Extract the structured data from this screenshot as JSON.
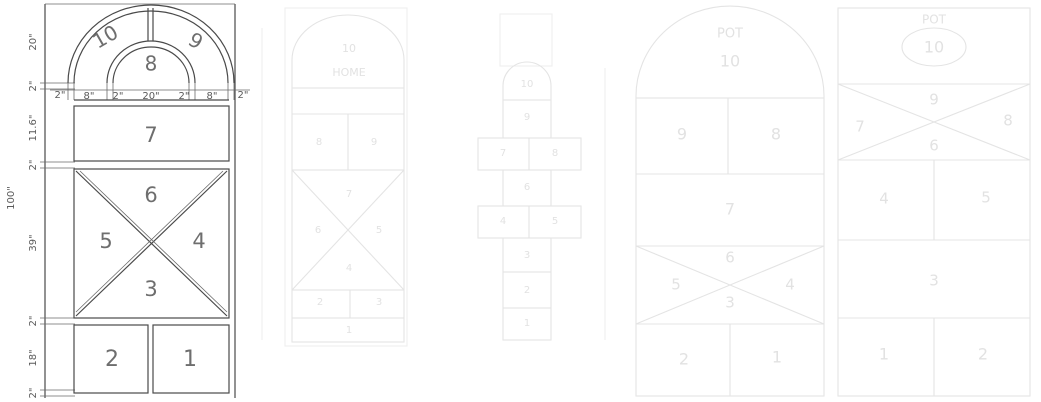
{
  "diagram1": {
    "numbers": {
      "n10": "10",
      "n9": "9",
      "n8": "8",
      "n7": "7",
      "n6": "6",
      "n5": "5",
      "n4": "4",
      "n3": "3",
      "n2": "2",
      "n1": "1"
    },
    "dims": {
      "total": "100\"",
      "arch": "20\"",
      "gap_a": "2\"",
      "row7": "11.6\"",
      "gap_b": "2\"",
      "x_section": "39\"",
      "gap_c": "2\"",
      "row12": "18\"",
      "bottom": "2\"",
      "w1": "2\"",
      "w2": "8\"",
      "w3": "2\"",
      "w4": "20\"",
      "w5": "2\"",
      "w6": "8\"",
      "w7": "2\""
    }
  },
  "diagram2": {
    "labels": {
      "top_num": "10",
      "home": "HOME",
      "n8": "8",
      "n9": "9",
      "n7": "7",
      "n6": "6",
      "n5": "5",
      "n4": "4",
      "n2": "2",
      "n3": "3",
      "n1": "1"
    }
  },
  "diagram3": {
    "labels": {
      "n10": "10",
      "n9": "9",
      "n7": "7",
      "n8": "8",
      "n6": "6",
      "n4": "4",
      "n5": "5",
      "n3": "3",
      "n2": "2",
      "n1": "1"
    }
  },
  "diagram4": {
    "labels": {
      "pot": "POT",
      "pot_num": "10",
      "n9": "9",
      "n8": "8",
      "n7": "7",
      "n6": "6",
      "n5": "5",
      "n4": "4",
      "n3": "3",
      "n2": "2",
      "n1": "1"
    }
  },
  "diagram5": {
    "labels": {
      "pot": "POT",
      "pot_num": "10",
      "n9": "9",
      "n7": "7",
      "n8": "8",
      "n6": "6",
      "n4": "4",
      "n5": "5",
      "n3": "3",
      "n1": "1",
      "n2": "2"
    }
  }
}
